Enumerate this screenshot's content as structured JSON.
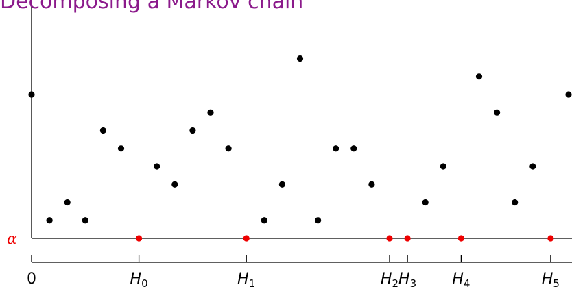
{
  "slide": {
    "title": "Decomposing a Markov chain"
  },
  "colors": {
    "title": "#8b1a8b",
    "point": "#000000",
    "hit_point": "#ee0000",
    "alpha_label": "#ee0000",
    "axis": "#000000"
  },
  "chart_data": {
    "type": "scatter",
    "alpha_label": "α",
    "x_tick_labels": [
      {
        "main": "0",
        "sub": "",
        "x": 0
      },
      {
        "main": "H",
        "sub": "0",
        "x": 6
      },
      {
        "main": "H",
        "sub": "1",
        "x": 12
      },
      {
        "main": "H",
        "sub": "2",
        "x": 20
      },
      {
        "main": "H",
        "sub": "3",
        "x": 21
      },
      {
        "main": "H",
        "sub": "4",
        "x": 24
      },
      {
        "main": "H",
        "sub": "5",
        "x": 29
      }
    ],
    "chain_points": [
      {
        "x": 0,
        "y": 8
      },
      {
        "x": 1,
        "y": 1
      },
      {
        "x": 2,
        "y": 2
      },
      {
        "x": 3,
        "y": 1
      },
      {
        "x": 4,
        "y": 6
      },
      {
        "x": 5,
        "y": 5
      },
      {
        "x": 7,
        "y": 4
      },
      {
        "x": 8,
        "y": 3
      },
      {
        "x": 9,
        "y": 6
      },
      {
        "x": 10,
        "y": 7
      },
      {
        "x": 11,
        "y": 5
      },
      {
        "x": 13,
        "y": 1
      },
      {
        "x": 14,
        "y": 3
      },
      {
        "x": 15,
        "y": 10
      },
      {
        "x": 16,
        "y": 1
      },
      {
        "x": 17,
        "y": 5
      },
      {
        "x": 18,
        "y": 5
      },
      {
        "x": 19,
        "y": 3
      },
      {
        "x": 22,
        "y": 2
      },
      {
        "x": 23,
        "y": 4
      },
      {
        "x": 25,
        "y": 9
      },
      {
        "x": 26,
        "y": 7
      },
      {
        "x": 27,
        "y": 2
      },
      {
        "x": 28,
        "y": 4
      },
      {
        "x": 30,
        "y": 8
      }
    ],
    "hit_points": [
      {
        "x": 6,
        "y": 0
      },
      {
        "x": 12,
        "y": 0
      },
      {
        "x": 20,
        "y": 0
      },
      {
        "x": 21,
        "y": 0
      },
      {
        "x": 24,
        "y": 0
      },
      {
        "x": 29,
        "y": 0
      }
    ],
    "xlim": [
      0,
      30
    ],
    "ylim": [
      0,
      10
    ]
  }
}
